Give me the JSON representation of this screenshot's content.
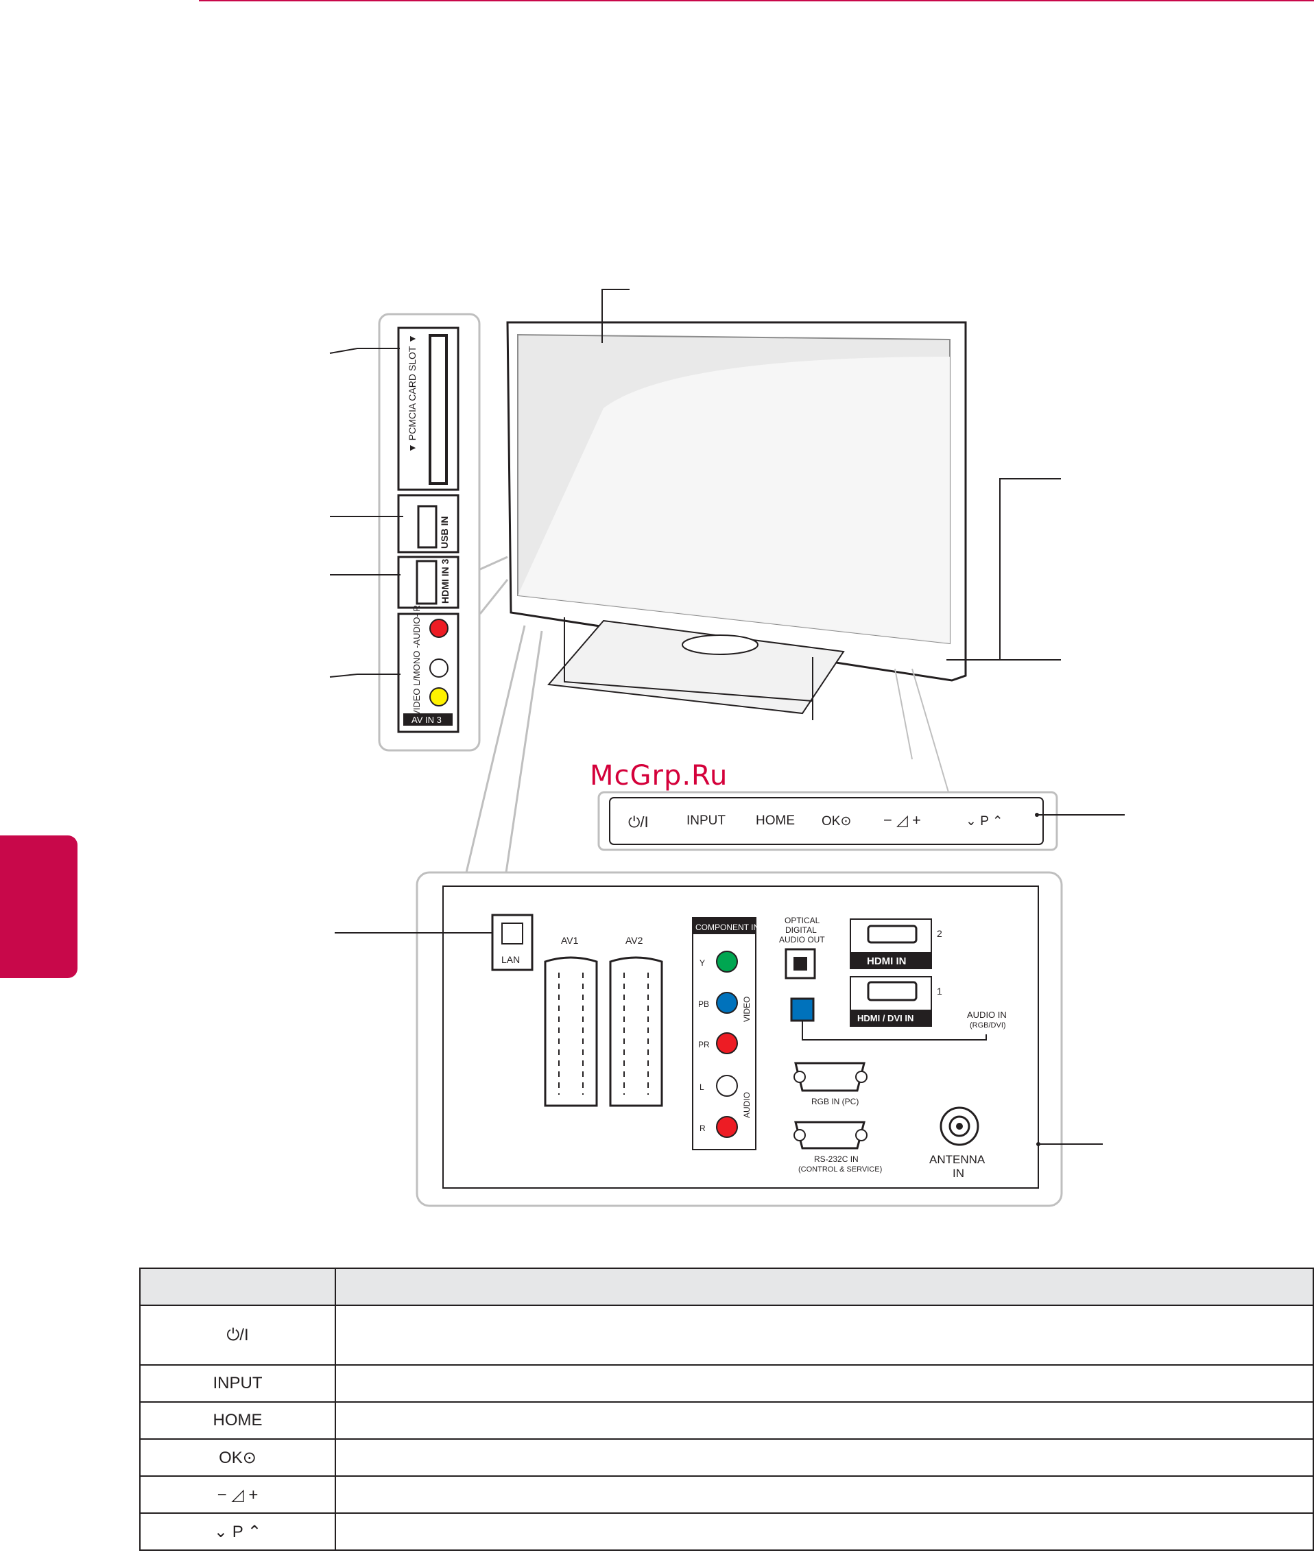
{
  "watermark": "McGrp.Ru",
  "side_panel": {
    "pcmcia_label": "▼ PCMCIA CARD SLOT ▼",
    "usb_label": "USB IN",
    "hdmi_label": "HDMI IN 3",
    "av_label": "VIDEO L/MONO -AUDIO- R",
    "av_in": "AV IN 3"
  },
  "control_panel": {
    "power": "⏻/I",
    "input": "INPUT",
    "home": "HOME",
    "ok": "OK⊙",
    "volume": "− ◿ +",
    "program": "⌄ P ⌃"
  },
  "rear_panel": {
    "lan": "LAN",
    "av1": "AV1",
    "av2": "AV2",
    "component_in": "COMPONENT IN",
    "component_ports": [
      "Y",
      "PB",
      "PR",
      "L",
      "R"
    ],
    "video": "VIDEO",
    "audio": "AUDIO",
    "optical": [
      "OPTICAL",
      "DIGITAL",
      "AUDIO OUT"
    ],
    "hdmi_in": "HDMI IN",
    "hdmi_dvi_in": "HDMI / DVI IN",
    "hdmi_2": "2",
    "hdmi_1": "1",
    "audio_in": [
      "AUDIO IN",
      "(RGB/DVI)"
    ],
    "rgb_in": "RGB IN (PC)",
    "rs232c": [
      "RS-232C IN",
      "(CONTROL & SERVICE)"
    ],
    "antenna": [
      "ANTENNA",
      "IN"
    ]
  },
  "table": {
    "header": [
      "",
      ""
    ],
    "rows": [
      {
        "button": "⏻/I",
        "desc": ""
      },
      {
        "button": "INPUT",
        "desc": ""
      },
      {
        "button": "HOME",
        "desc": ""
      },
      {
        "button": "OK⊙",
        "desc": ""
      },
      {
        "button": "− ◿ +",
        "desc": ""
      },
      {
        "button": "⌄ P ⌃",
        "desc": ""
      }
    ]
  }
}
